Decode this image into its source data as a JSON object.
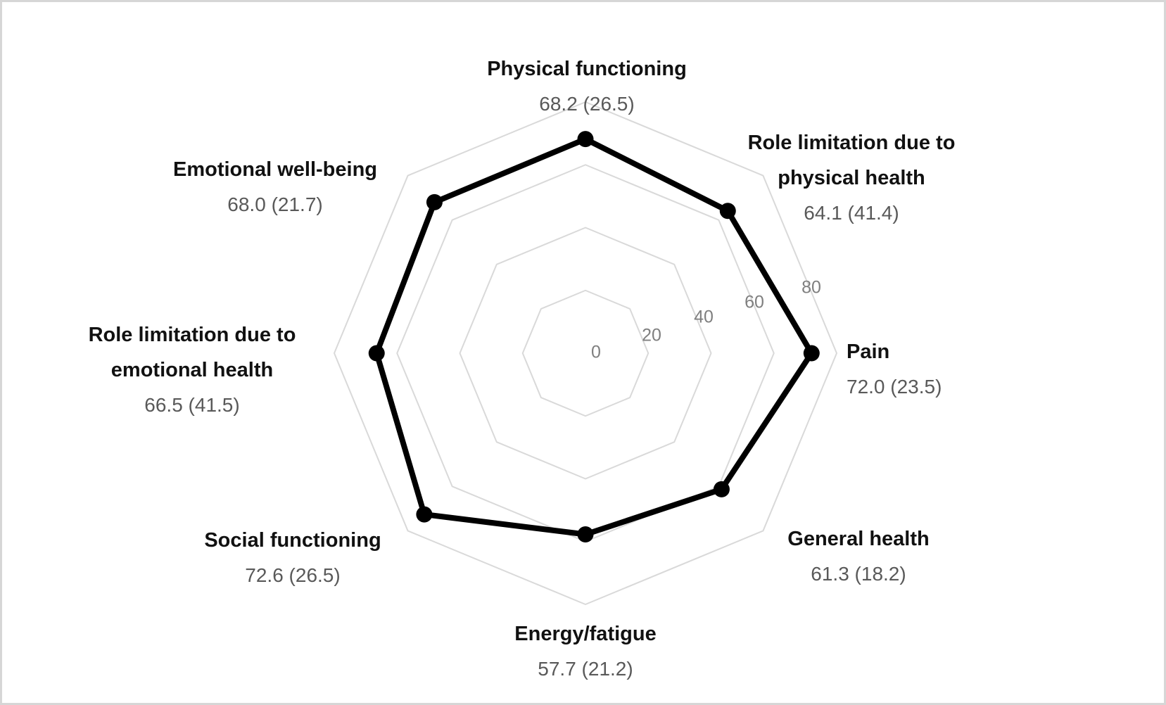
{
  "chart_data": {
    "type": "radar",
    "title": "",
    "categories": [
      "Physical functioning",
      "Role limitation due to physical health",
      "Pain",
      "General health",
      "Energy/fatigue",
      "Social functioning",
      "Role limitation due to emotional health",
      "Emotional well-being"
    ],
    "values": [
      68.2,
      64.1,
      72.0,
      61.3,
      57.7,
      72.6,
      66.5,
      68.0
    ],
    "sd": [
      26.5,
      41.4,
      23.5,
      18.2,
      21.2,
      26.5,
      41.5,
      21.7
    ],
    "axis_min": 0,
    "axis_max": 80,
    "tick_interval": 20,
    "tick_labels": [
      "0",
      "20",
      "40",
      "60",
      "80"
    ],
    "grid": true,
    "grid_shape": "octagon",
    "legend_position": "none",
    "colors": {
      "series": "#000000",
      "grid": "#d9d9d9",
      "category_label": "#111111",
      "value_label": "#595959",
      "tick_label": "#7f7f7f",
      "background": "#ffffff",
      "frame_border": "#d6d6d6"
    },
    "axes": [
      {
        "title_lines": [
          "Physical functioning"
        ],
        "value_label": "68.2 (26.5)"
      },
      {
        "title_lines": [
          "Role limitation due to",
          "physical health"
        ],
        "value_label": "64.1 (41.4)"
      },
      {
        "title_lines": [
          "Pain"
        ],
        "value_label": "72.0 (23.5)"
      },
      {
        "title_lines": [
          "General health"
        ],
        "value_label": "61.3 (18.2)"
      },
      {
        "title_lines": [
          "Energy/fatigue"
        ],
        "value_label": "57.7 (21.2)"
      },
      {
        "title_lines": [
          "Social functioning"
        ],
        "value_label": "72.6 (26.5)"
      },
      {
        "title_lines": [
          "Role limitation due to",
          "emotional health"
        ],
        "value_label": "66.5 (41.5)"
      },
      {
        "title_lines": [
          "Emotional well-being"
        ],
        "value_label": "68.0 (21.7)"
      }
    ]
  }
}
